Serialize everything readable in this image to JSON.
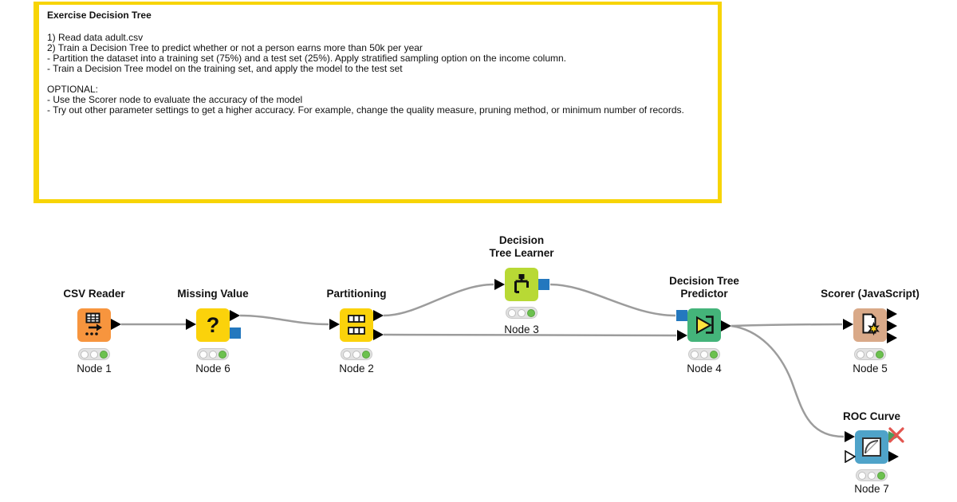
{
  "annotation": {
    "title": "Exercise Decision Tree",
    "lines": [
      "1) Read data adult.csv",
      "2) Train a Decision Tree to predict whether or not a person earns more than 50k per year",
      "- Partition the dataset into a training set (75%) and a test set (25%). Apply stratified sampling option on the income column.",
      "- Train a Decision Tree model on the training set, and apply the model to the test set",
      "OPTIONAL:",
      "- Use the Scorer node to evaluate the accuracy of the model",
      "- Try out other parameter settings to get a higher accuracy. For example, change the quality measure, pruning method, or minimum number of records."
    ]
  },
  "nodes": [
    {
      "title": "CSV Reader",
      "id": "Node 1",
      "status": "executed"
    },
    {
      "title": "Missing Value",
      "id": "Node 6",
      "status": "executed"
    },
    {
      "title": "Partitioning",
      "id": "Node 2",
      "status": "executed"
    },
    {
      "title": "Decision\nTree Learner",
      "id": "Node 3",
      "status": "executed"
    },
    {
      "title": "Decision Tree\nPredictor",
      "id": "Node 4",
      "status": "executed"
    },
    {
      "title": "Scorer (JavaScript)",
      "id": "Node 5",
      "status": "executed"
    },
    {
      "title": "ROC Curve",
      "id": "Node 7",
      "status": "executed"
    }
  ],
  "colors": {
    "node-orange": "#F7953E",
    "node-yellow": "#FBD20B",
    "node-lime": "#B8D935",
    "node-green": "#44B47A",
    "node-tan": "#D9A988",
    "node-blue": "#4FA3C9",
    "port-model": "#2478BE",
    "status-green": "#6CC14F",
    "connection-gray": "#9C9C9C",
    "annotation-yellow": "#F7D405"
  }
}
